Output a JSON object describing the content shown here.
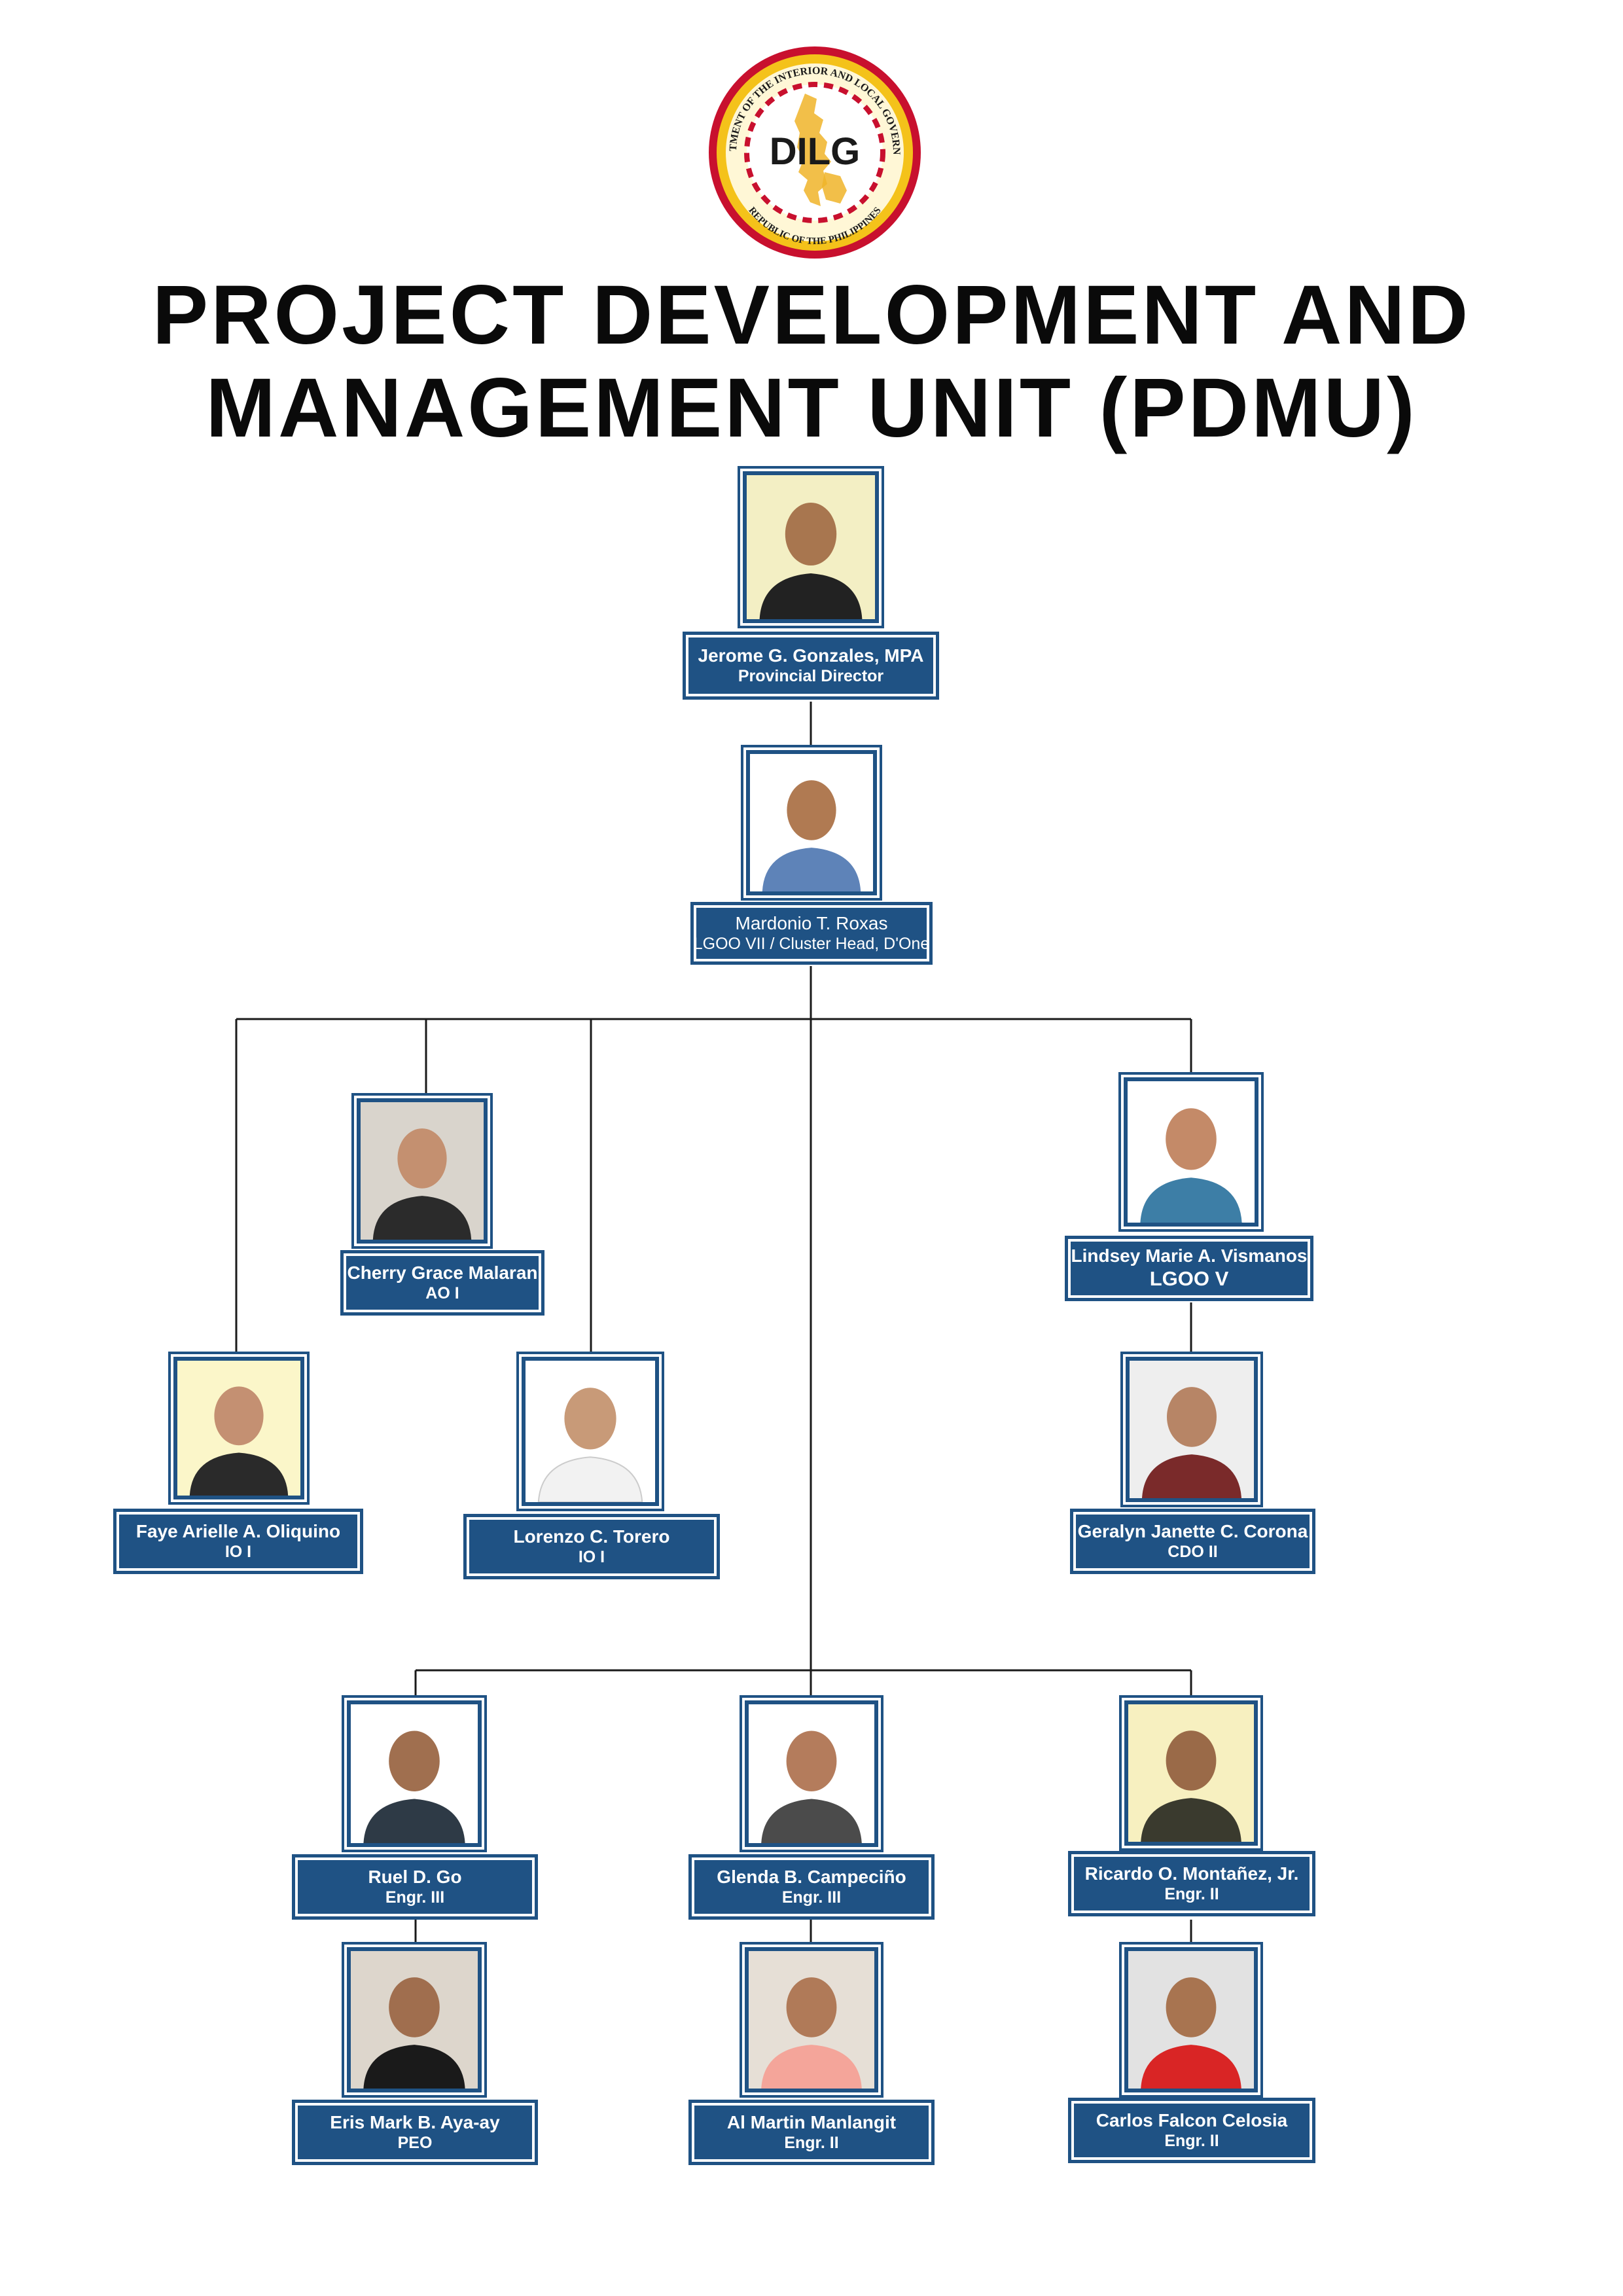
{
  "header": {
    "seal_label": "DILG",
    "seal_ring_text_top": "DEPARTMENT OF THE INTERIOR AND LOCAL GOVERNMENT",
    "seal_ring_text_bottom": "REPUBLIC OF THE PHILIPPINES",
    "title_line1": "PROJECT DEVELOPMENT AND",
    "title_line2": "MANAGEMENT UNIT (PDMU)"
  },
  "colors": {
    "box_blue": "#1f5284",
    "line": "#1a1a1a",
    "seal_red": "#c8102e",
    "seal_gold": "#e8b400"
  },
  "people": {
    "director": {
      "name": "Jerome G. Gonzales, MPA",
      "position": "Provincial Director"
    },
    "cluster_head": {
      "name": "Mardonio T. Roxas",
      "position": "LGOO VII / Cluster Head, D'One"
    },
    "cherry": {
      "name": "Cherry Grace Malaran",
      "position": "AO I"
    },
    "faye": {
      "name": "Faye Arielle A. Oliquino",
      "position": "IO I"
    },
    "lorenzo": {
      "name": "Lorenzo C. Torero",
      "position": "IO I"
    },
    "lindsey": {
      "name": "Lindsey Marie A. Vismanos",
      "position": "LGOO V"
    },
    "geralyn": {
      "name": "Geralyn Janette C. Corona",
      "position": "CDO II"
    },
    "ruel": {
      "name": "Ruel D. Go",
      "position": "Engr. III"
    },
    "glenda": {
      "name": "Glenda B. Campeciño",
      "position": "Engr. III"
    },
    "ricardo": {
      "name": "Ricardo O. Montañez, Jr.",
      "position": "Engr. II"
    },
    "eris": {
      "name": "Eris Mark B. Aya-ay",
      "position": "PEO"
    },
    "al": {
      "name": "Al Martin Manlangit",
      "position": "Engr. II"
    },
    "carlos": {
      "name": "Carlos Falcon Celosia",
      "position": "Engr. II"
    }
  }
}
